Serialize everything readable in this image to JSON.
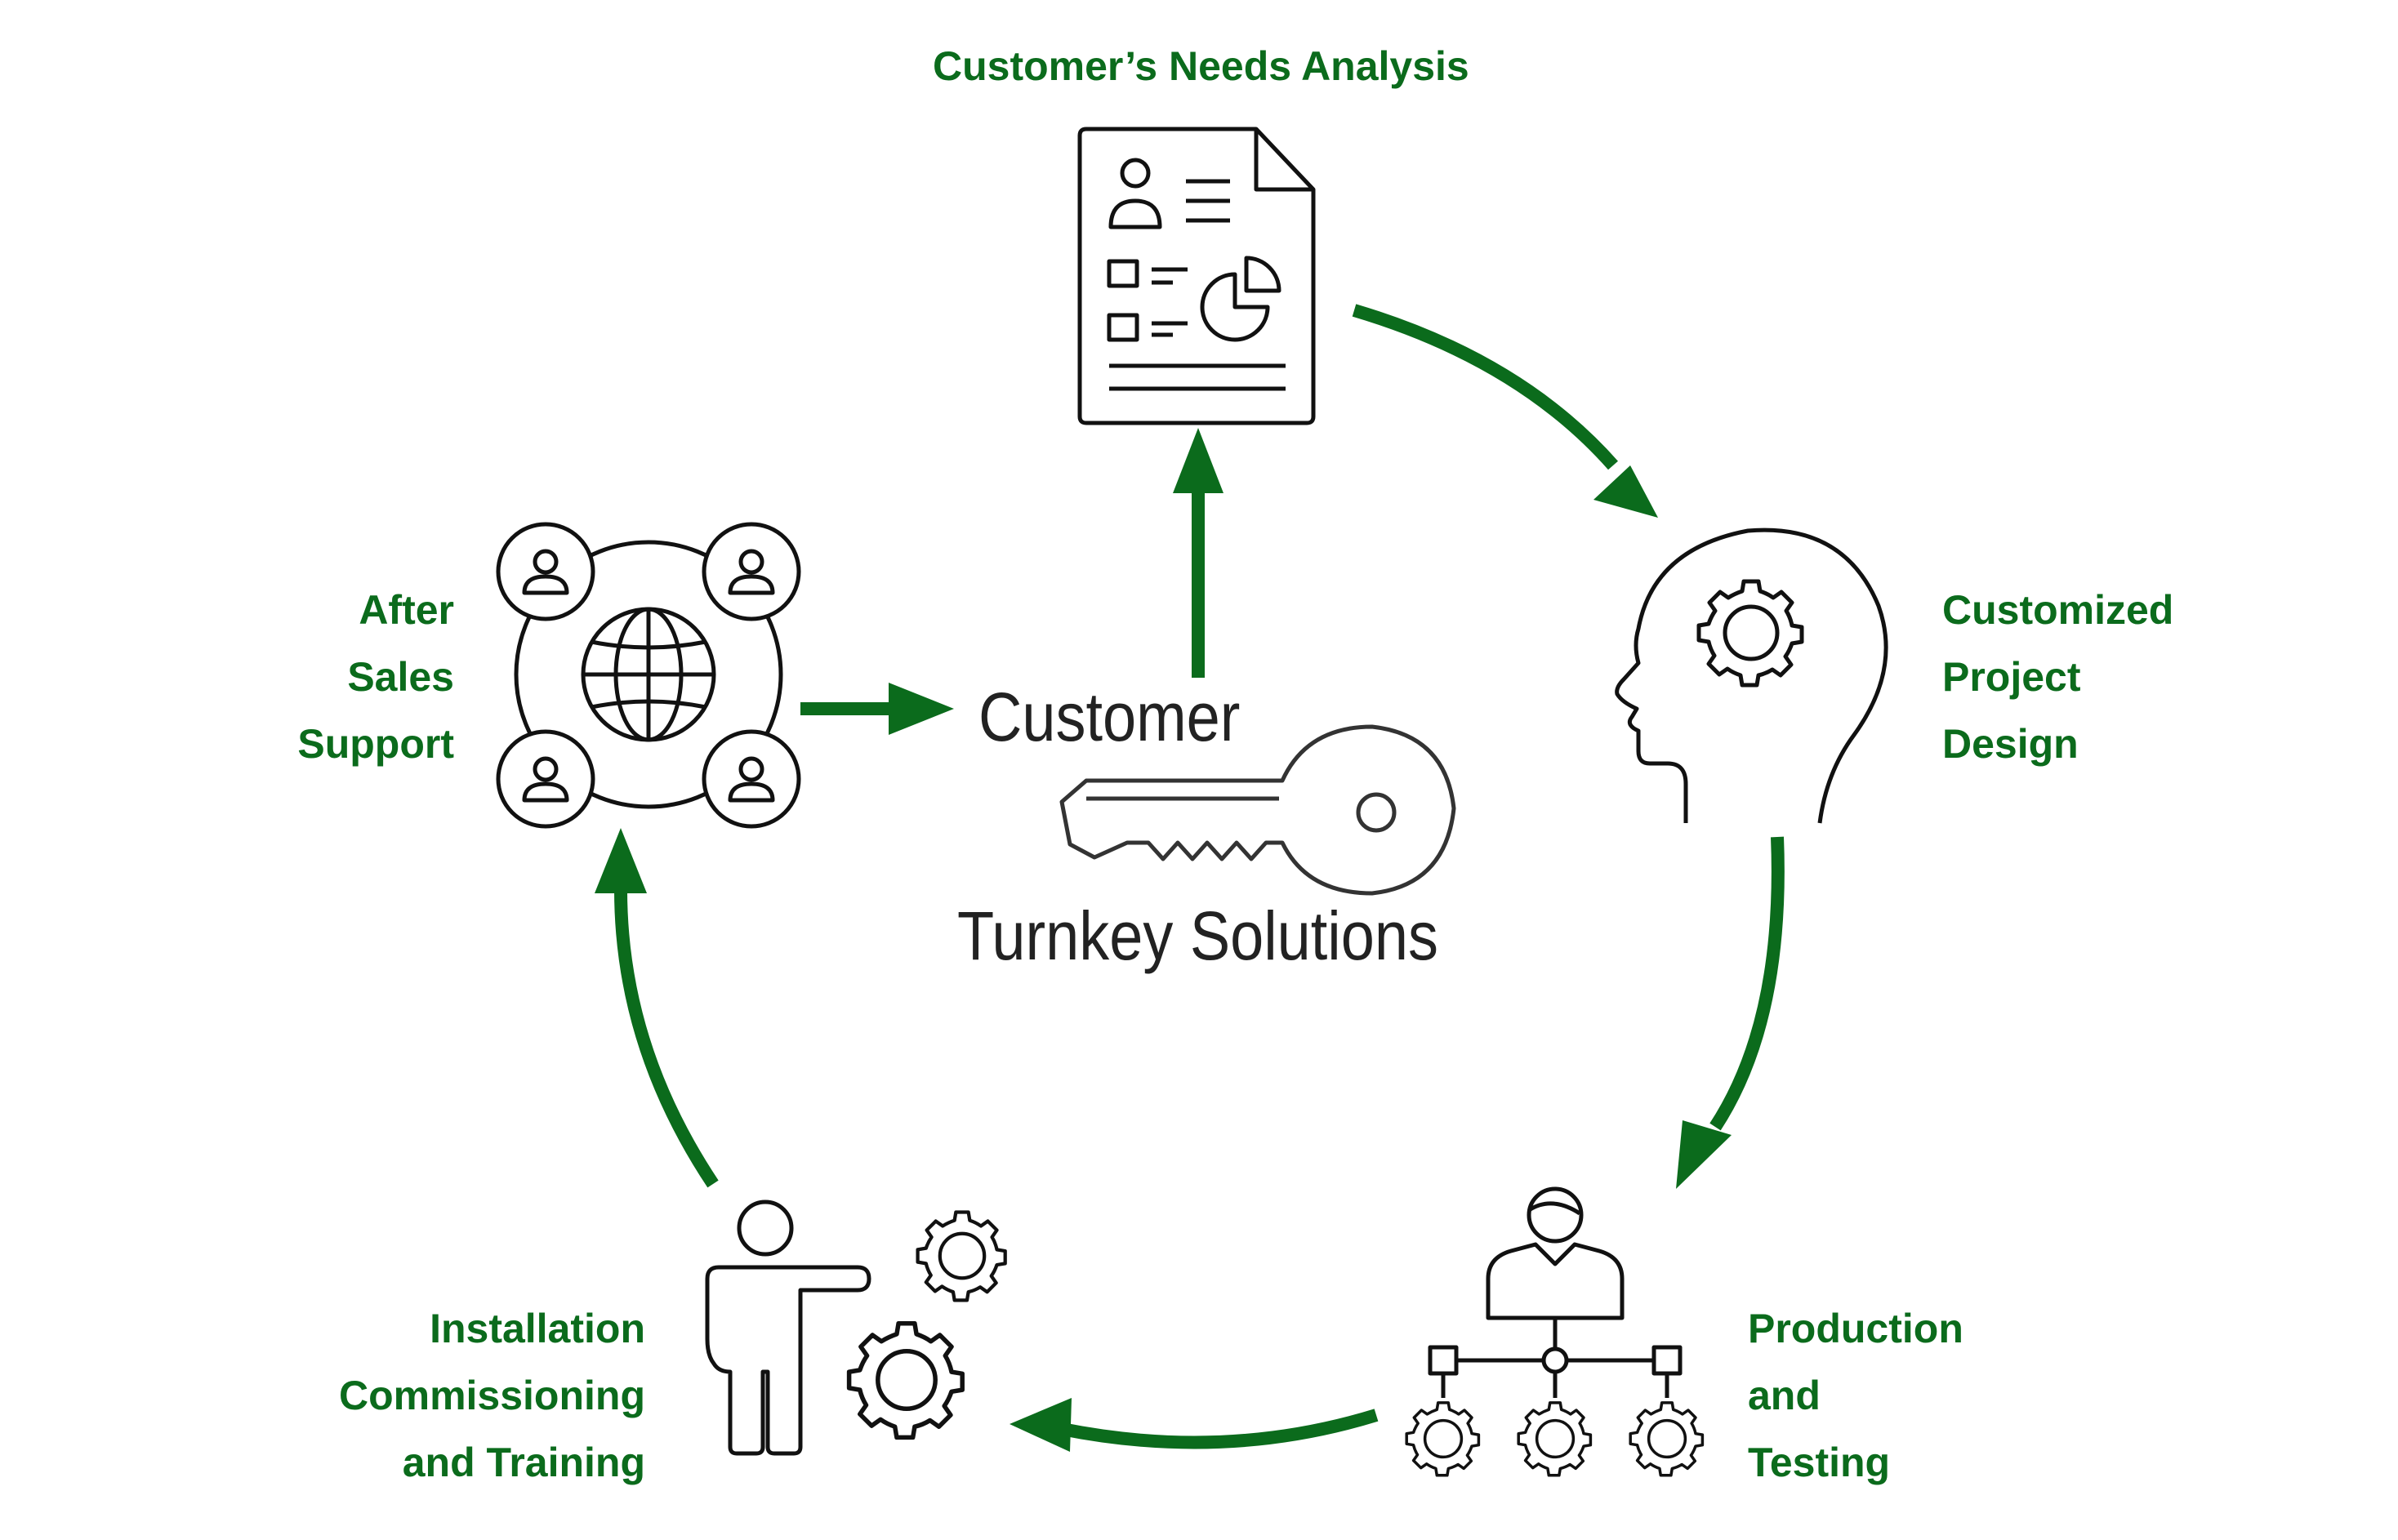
{
  "diagram": {
    "center": {
      "line1": "Customer",
      "line2": "Turnkey Solutions",
      "icon": "key-icon"
    },
    "stages": [
      {
        "id": "needs",
        "lines": [
          "Customer’s Needs Analysis"
        ],
        "icon": "document-report-icon"
      },
      {
        "id": "design",
        "lines": [
          "Customized",
          "Project",
          "Design"
        ],
        "icon": "head-gear-icon"
      },
      {
        "id": "production",
        "lines": [
          "Production",
          "and",
          "Testing"
        ],
        "icon": "person-gear-network-icon"
      },
      {
        "id": "install",
        "lines": [
          "Installation",
          "Commissioning",
          "and Training"
        ],
        "icon": "person-pointing-gears-icon"
      },
      {
        "id": "after",
        "lines": [
          "After",
          "Sales",
          "Support"
        ],
        "icon": "globe-users-icon"
      }
    ],
    "colors": {
      "accent": "#0b6b1c",
      "icon_stroke": "#111111",
      "center_text": "#222222"
    }
  }
}
